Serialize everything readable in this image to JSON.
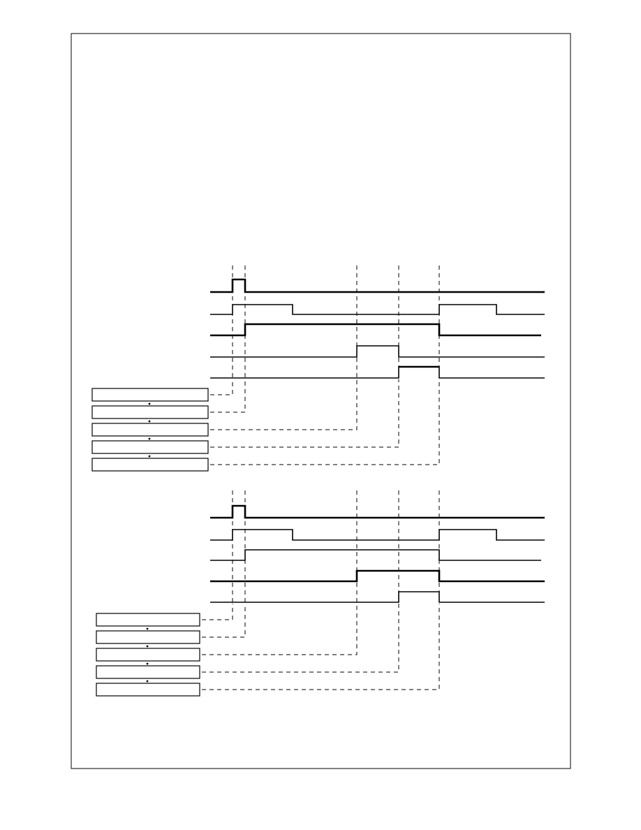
{
  "page": {
    "background_color": "#ffffff",
    "line_color": "#000000"
  },
  "diagrams": [
    {
      "id": "upper",
      "signals": [
        {
          "id": "s1",
          "bold": true,
          "transitions": [
            [
              0,
              0
            ],
            [
              1,
              1
            ],
            [
              2,
              0
            ]
          ]
        },
        {
          "id": "s2",
          "bold": false,
          "transitions": [
            [
              0,
              0
            ],
            [
              1,
              1
            ],
            [
              3,
              0
            ],
            [
              6,
              1
            ],
            [
              7,
              0
            ]
          ]
        },
        {
          "id": "s3",
          "bold": true,
          "transitions": [
            [
              0,
              0
            ],
            [
              2,
              1
            ],
            [
              6,
              0
            ]
          ]
        },
        {
          "id": "s4",
          "bold": false,
          "transitions": [
            [
              0,
              0
            ],
            [
              4,
              1
            ],
            [
              5,
              0
            ]
          ]
        },
        {
          "id": "s5",
          "bold": false,
          "transitions": [
            [
              0,
              0
            ],
            [
              5,
              1
            ],
            [
              6,
              0
            ]
          ],
          "bold_high": true
        }
      ],
      "event_boxes": [
        {
          "id": "box-1",
          "text": ""
        },
        {
          "id": "box-2",
          "text": ""
        },
        {
          "id": "box-3",
          "text": ""
        },
        {
          "id": "box-4",
          "text": ""
        },
        {
          "id": "box-5",
          "text": ""
        }
      ]
    },
    {
      "id": "lower",
      "signals": [
        {
          "id": "s1",
          "bold": true,
          "transitions": [
            [
              0,
              0
            ],
            [
              1,
              1
            ],
            [
              2,
              0
            ]
          ]
        },
        {
          "id": "s2",
          "bold": false,
          "transitions": [
            [
              0,
              0
            ],
            [
              1,
              1
            ],
            [
              3,
              0
            ],
            [
              6,
              1
            ],
            [
              7,
              0
            ]
          ]
        },
        {
          "id": "s3",
          "bold": false,
          "transitions": [
            [
              0,
              0
            ],
            [
              2,
              1
            ],
            [
              6,
              0
            ]
          ]
        },
        {
          "id": "s4",
          "bold": true,
          "transitions": [
            [
              0,
              0
            ],
            [
              4,
              1
            ],
            [
              6,
              0
            ]
          ]
        },
        {
          "id": "s5",
          "bold": false,
          "transitions": [
            [
              0,
              0
            ],
            [
              5,
              1
            ],
            [
              6,
              0
            ]
          ]
        }
      ],
      "event_boxes": [
        {
          "id": "box-1",
          "text": ""
        },
        {
          "id": "box-2",
          "text": ""
        },
        {
          "id": "box-3",
          "text": ""
        },
        {
          "id": "box-4",
          "text": ""
        },
        {
          "id": "box-5",
          "text": ""
        }
      ]
    }
  ]
}
